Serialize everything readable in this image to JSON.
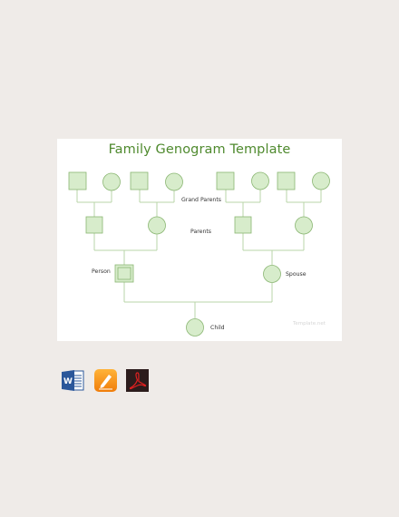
{
  "template": {
    "title": "Family Genogram Template",
    "labels": {
      "grand_parents": "Grand Parents",
      "parents": "Parents",
      "person": "Person",
      "spouse": "Spouse",
      "child": "Child"
    },
    "watermark": "Template.net"
  },
  "colors": {
    "page_background": "#efebe8",
    "title": "#4f8a2e",
    "shape_fill": "#d7eccb",
    "shape_stroke": "#8ab672",
    "connector": "#b8d4a8"
  },
  "download_formats": [
    {
      "name": "word-icon",
      "letter": "W"
    },
    {
      "name": "pages-icon",
      "letter": ""
    },
    {
      "name": "pdf-icon",
      "letter": ""
    }
  ]
}
